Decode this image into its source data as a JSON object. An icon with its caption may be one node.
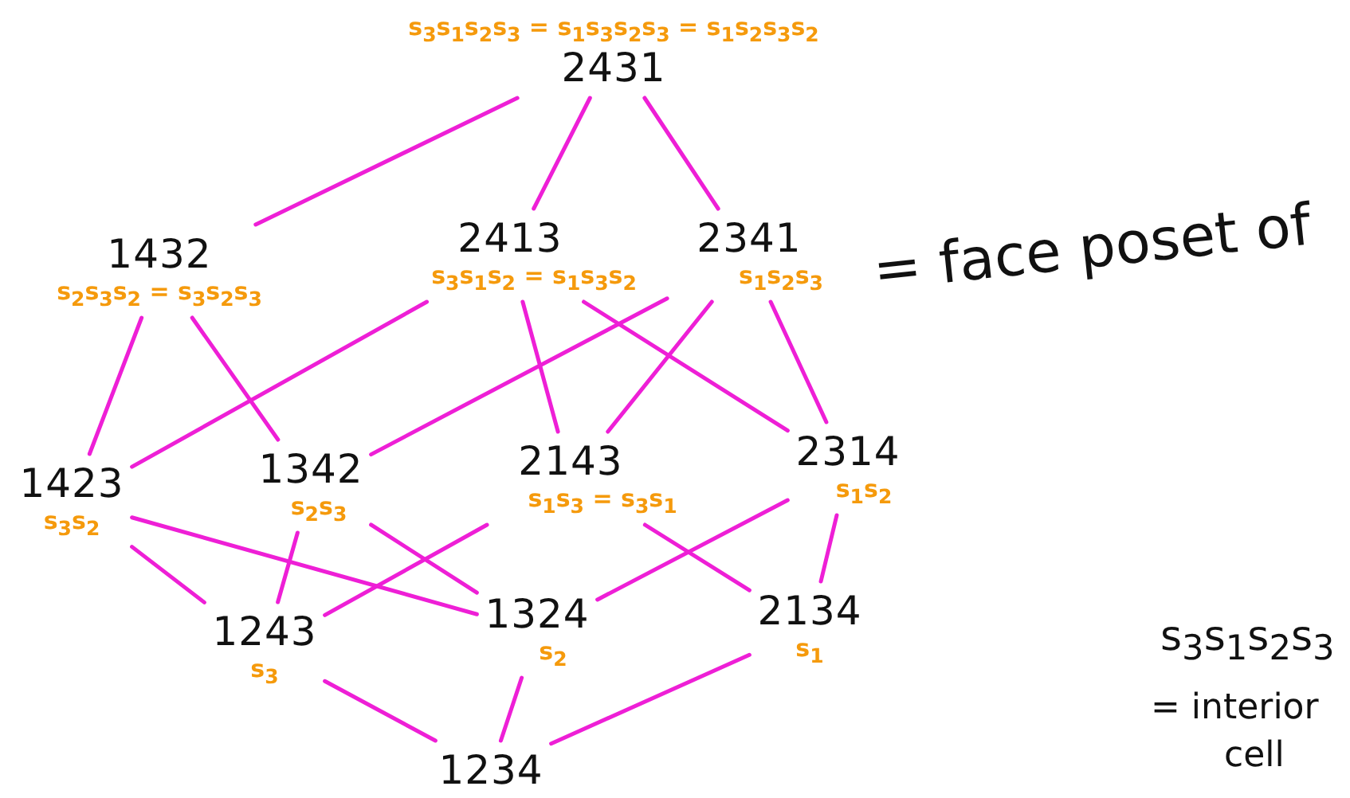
{
  "diagram": {
    "nodes": [
      {
        "text": [
          "s$_{3}$s$_{1}$s$_{2}$s$_{3}$ = s$_{1}$s$_{3}$s$_{2}$s$_{3}$ = s$_{1}$s$_{2}$s$_{3}$s$_{2}$",
          "2431"
        ]
      },
      {
        "text": [
          "1432",
          "s$_{2}$s$_{3}$s$_{2}$ = s$_{3}$s$_{2}$s$_{3}$"
        ]
      },
      {
        "text": [
          "2413",
          "s$_{3}$s$_{1}$s$_{2}$ = s$_{1}$s$_{3}$s$_{2}$"
        ]
      },
      {
        "text": [
          "2341",
          "s$_{1}$s$_{2}$s$_{3}$"
        ]
      },
      {
        "text": [
          "1423",
          "s$_{3}$s$_{2}$"
        ]
      },
      {
        "text": [
          "1342",
          "s$_{2}$s$_{3}$"
        ]
      },
      {
        "text": [
          "2143",
          "s$_{1}$s$_{3}$ = s$_{3}$s$_{1}$"
        ]
      },
      {
        "text": [
          "2314",
          "s$_{1}$s$_{2}$"
        ]
      },
      {
        "text": [
          "1243",
          "s$_{3}$"
        ]
      },
      {
        "text": [
          "1324",
          "s$_{2}$"
        ]
      },
      {
        "text": [
          "2134",
          "s$_{1}$"
        ]
      },
      {
        "text": [
          "1234"
        ]
      }
    ],
    "edges": [
      {
        "from": 0,
        "to": 1,
        "arrow": "none"
      },
      {
        "from": 0,
        "to": 2,
        "arrow": "none"
      },
      {
        "from": 0,
        "to": 3,
        "arrow": "none"
      },
      {
        "from": 1,
        "to": 4,
        "arrow": "none"
      },
      {
        "from": 1,
        "to": 5,
        "arrow": "none"
      },
      {
        "from": 2,
        "to": 4,
        "arrow": "none"
      },
      {
        "from": 2,
        "to": 6,
        "arrow": "none"
      },
      {
        "from": 2,
        "to": 7,
        "arrow": "none"
      },
      {
        "from": 3,
        "to": 5,
        "arrow": "none"
      },
      {
        "from": 3,
        "to": 6,
        "arrow": "none"
      },
      {
        "from": 3,
        "to": 7,
        "arrow": "none"
      },
      {
        "from": 4,
        "to": 8,
        "arrow": "none"
      },
      {
        "from": 4,
        "to": 9,
        "arrow": "none"
      },
      {
        "from": 5,
        "to": 8,
        "arrow": "none"
      },
      {
        "from": 5,
        "to": 9,
        "arrow": "none"
      },
      {
        "from": 6,
        "to": 8,
        "arrow": "none"
      },
      {
        "from": 6,
        "to": 10,
        "arrow": "none"
      },
      {
        "from": 7,
        "to": 9,
        "arrow": "none"
      },
      {
        "from": 7,
        "to": 10,
        "arrow": "none"
      },
      {
        "from": 8,
        "to": 11,
        "arrow": "none"
      },
      {
        "from": 9,
        "to": 11,
        "arrow": "none"
      },
      {
        "from": 10,
        "to": 11,
        "arrow": "none"
      }
    ],
    "labels": [
      "= face poset of",
      "s$_{3}$s$_{1}$s$_{2}$s$_{3}$",
      "= interior",
      "cell"
    ]
  }
}
